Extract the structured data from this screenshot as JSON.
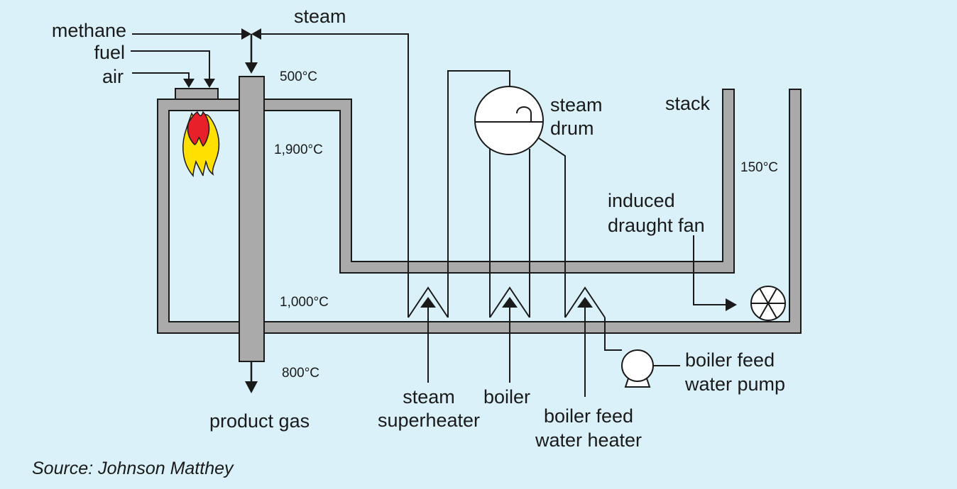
{
  "inputs": {
    "methane": "methane",
    "fuel": "fuel",
    "air": "air"
  },
  "steam_label": "steam",
  "product_gas_label": "product gas",
  "steam_drum": {
    "line1": "steam",
    "line2": "drum"
  },
  "stack_label": "stack",
  "fan": {
    "line1": "induced",
    "line2": "draught fan"
  },
  "pump": {
    "line1": "boiler feed",
    "line2": "water pump"
  },
  "exchangers": {
    "superheater": {
      "line1": "steam",
      "line2": "superheater"
    },
    "boiler": "boiler",
    "feed_heater": {
      "line1": "boiler feed",
      "line2": "water heater"
    }
  },
  "temperatures": {
    "t500": "500°C",
    "t1900": "1,900°C",
    "t1000": "1,000°C",
    "t800": "800°C",
    "t150": "150°C"
  },
  "source": "Source: Johnson Matthey",
  "colors": {
    "background": "#dbf1f9",
    "duct": "#aaaaaa",
    "flame_outer": "#ffe000",
    "flame_inner": "#e8202a"
  }
}
